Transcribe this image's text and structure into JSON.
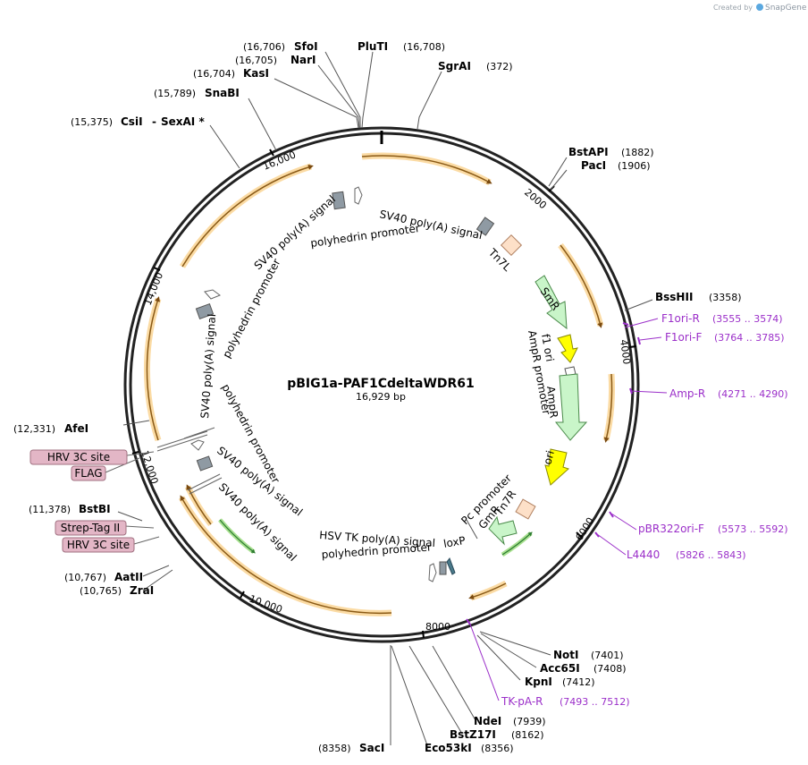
{
  "credit": {
    "prefix": "Created by",
    "brand": "SnapGene"
  },
  "plasmid": {
    "name": "pBIG1a-PAF1CdeltaWDR61",
    "size": "16,929 bp"
  },
  "colors": {
    "primer": "#9b2fc9",
    "orf": "#f5a623",
    "tag": "#e3b6c6",
    "smr": "#c9f5c9",
    "ori": "#ffff00"
  },
  "ticks": [
    "2000",
    "4000",
    "6000",
    "8000",
    "10,000",
    "12,000",
    "14,000",
    "16,000"
  ],
  "sites": [
    {
      "name": "SfoI",
      "pos": "(16,706)"
    },
    {
      "name": "NarI",
      "pos": "(16,705)"
    },
    {
      "name": "KasI",
      "pos": "(16,704)"
    },
    {
      "name": "PluTI",
      "pos": "(16,708)"
    },
    {
      "name": "SgrAI",
      "pos": "(372)"
    },
    {
      "name": "SnaBI",
      "pos": "(15,789)"
    },
    {
      "name": "CsiI",
      "pos": "(15,375)",
      "extra": "SexAI *"
    },
    {
      "name": "BstAPI",
      "pos": "(1882)"
    },
    {
      "name": "PacI",
      "pos": "(1906)"
    },
    {
      "name": "BssHII",
      "pos": "(3358)"
    },
    {
      "name": "AfeI",
      "pos": "(12,331)"
    },
    {
      "name": "BstBI",
      "pos": "(11,378)"
    },
    {
      "name": "AatII",
      "pos": "(10,767)"
    },
    {
      "name": "ZraI",
      "pos": "(10,765)"
    },
    {
      "name": "NotI",
      "pos": "(7401)"
    },
    {
      "name": "Acc65I",
      "pos": "(7408)"
    },
    {
      "name": "KpnI",
      "pos": "(7412)"
    },
    {
      "name": "NdeI",
      "pos": "(7939)"
    },
    {
      "name": "BstZ17I",
      "pos": "(8162)"
    },
    {
      "name": "SacI",
      "pos": "(8358)"
    },
    {
      "name": "Eco53kI",
      "pos": "(8356)"
    }
  ],
  "primers": [
    {
      "name": "F1ori-R",
      "range": "(3555 .. 3574)"
    },
    {
      "name": "F1ori-F",
      "range": "(3764 .. 3785)"
    },
    {
      "name": "Amp-R",
      "range": "(4271 .. 4290)"
    },
    {
      "name": "pBR322ori-F",
      "range": "(5573 .. 5592)"
    },
    {
      "name": "L4440",
      "range": "(5826 .. 5843)"
    },
    {
      "name": "TK-pA-R",
      "range": "(7493 .. 7512)"
    }
  ],
  "tags": [
    "HRV 3C site",
    "FLAG",
    "Strep-Tag II",
    "HRV 3C site"
  ],
  "features": [
    "SV40 poly(A) signal",
    "polyhedrin promoter",
    "SV40 poly(A) signal",
    "Tn7L",
    "SmR",
    "f1 ori",
    "AmpR promoter",
    "AmpR",
    "ori",
    "Pc promoter",
    "GmR",
    "Tn7R",
    "loxP",
    "HSV TK poly(A) signal",
    "polyhedrin promoter",
    "SV40 poly(A) signal",
    "polyhedrin promoter",
    "SV40 poly(A) signal",
    "polyhedrin promoter",
    "SV40 poly(A) signal"
  ]
}
